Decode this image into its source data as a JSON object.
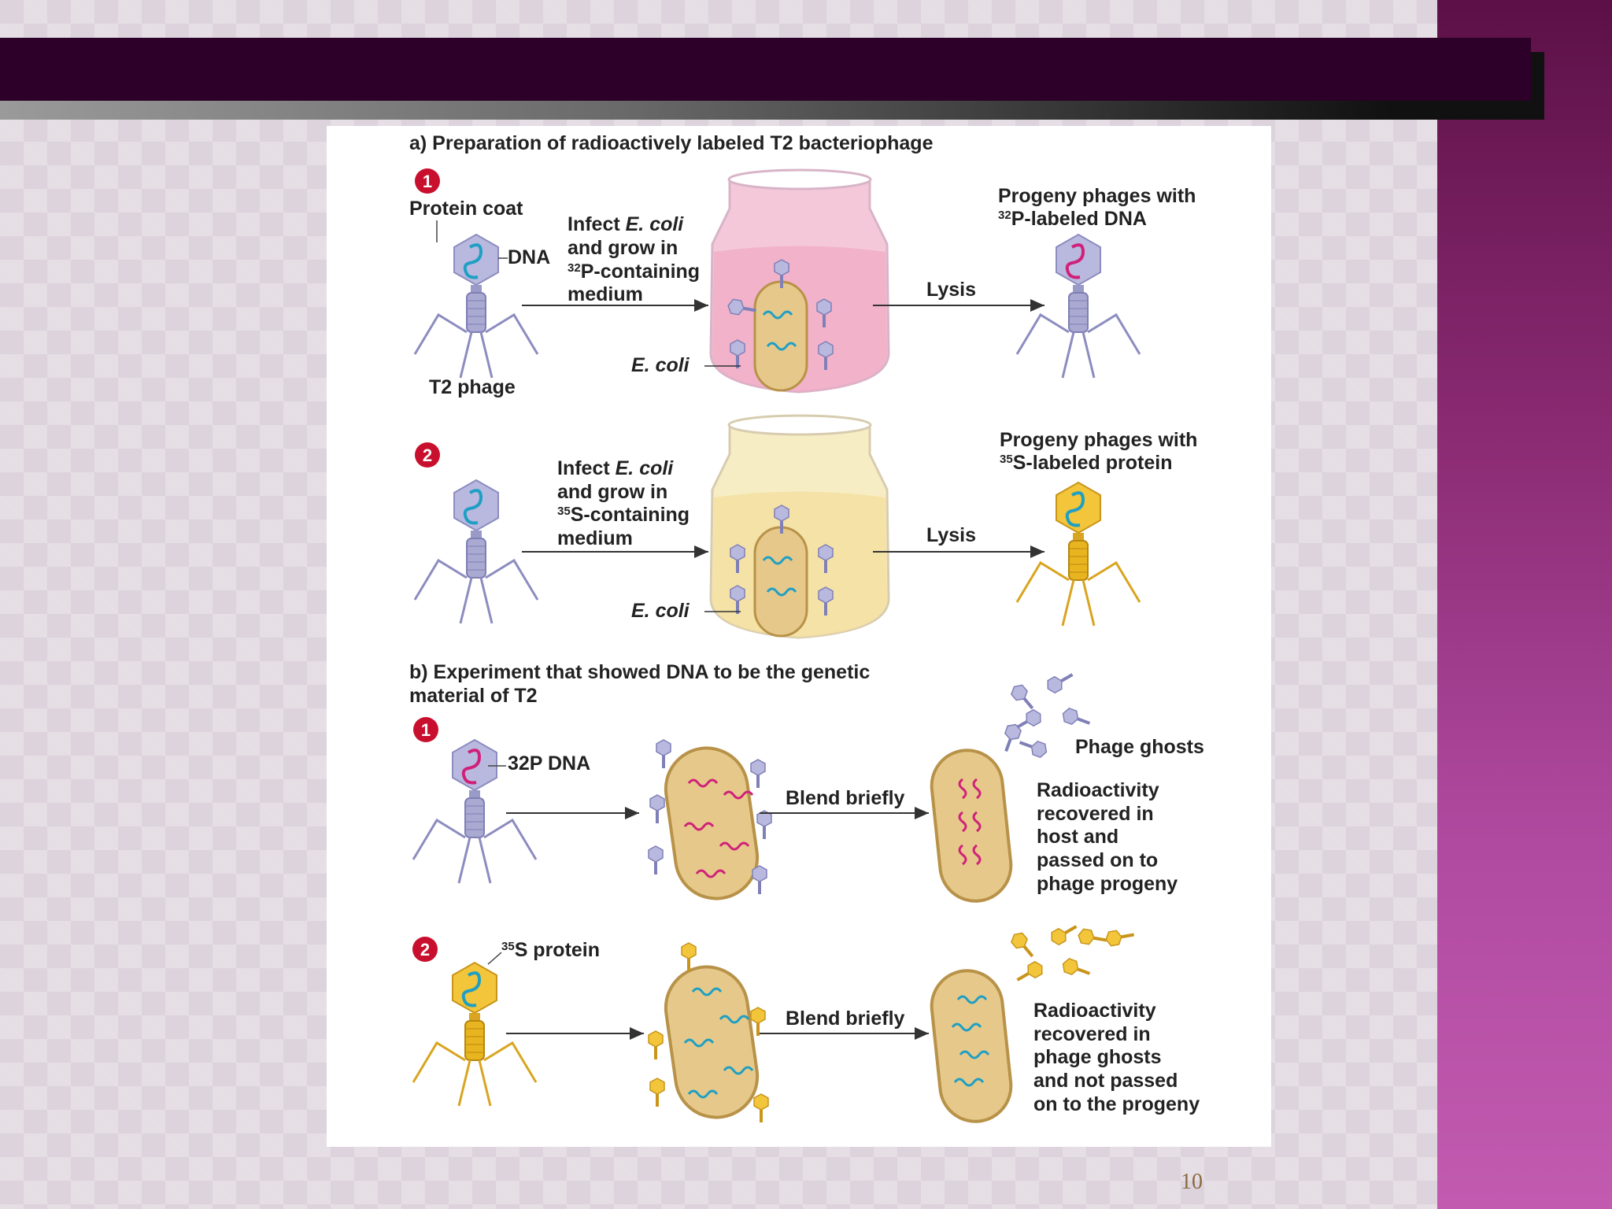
{
  "figure": {
    "section_a": {
      "title": "a) Preparation of radioactively labeled T2 bacteriophage",
      "step1": {
        "number": "1",
        "protein_coat": "Protein coat",
        "dna": "DNA",
        "phage": "T2 phage",
        "infect_line1_a": "Infect ",
        "infect_line1_b": "E. coli",
        "infect_line2": "and grow in",
        "infect_line3_sup": "32",
        "infect_line3": "P-containing",
        "infect_line4": "medium",
        "ecoli": "E. coli",
        "lysis": "Lysis",
        "progeny_line1": "Progeny phages with",
        "progeny_sup": "32",
        "progeny_line2": "P-labeled DNA"
      },
      "step2": {
        "number": "2",
        "infect_line1_a": "Infect ",
        "infect_line1_b": "E. coli",
        "infect_line2": "and grow in",
        "infect_line3_sup": "35",
        "infect_line3": "S-containing",
        "infect_line4": "medium",
        "ecoli": "E. coli",
        "lysis": "Lysis",
        "progeny_line1": "Progeny phages with",
        "progeny_sup": "35",
        "progeny_line2": "S-labeled protein"
      }
    },
    "section_b": {
      "title_line1": "b) Experiment that showed DNA to be the genetic",
      "title_line2": "material of T2",
      "step1": {
        "number": "1",
        "label": "32P DNA",
        "blend": "Blend briefly",
        "ghosts": "Phage ghosts",
        "result": [
          "Radioactivity",
          "recovered in",
          "host and",
          "passed on to",
          "phage progeny"
        ]
      },
      "step2": {
        "number": "2",
        "label_sup": "35",
        "label": "S protein",
        "blend": "Blend briefly",
        "result": [
          "Radioactivity",
          "recovered in",
          "phage ghosts",
          "and not passed",
          "on to the progeny"
        ]
      }
    }
  },
  "page_number": "10",
  "colors": {
    "title_band": "#2c0028",
    "side_bar": "#8a2a72",
    "step_circle": "#c8102e",
    "dna_blue": "#1f9fc4",
    "dna_magenta": "#d0217a",
    "phage_gray": "#a9a9d2",
    "phage_yellow": "#e8b520",
    "cell": "#e6c98a"
  }
}
